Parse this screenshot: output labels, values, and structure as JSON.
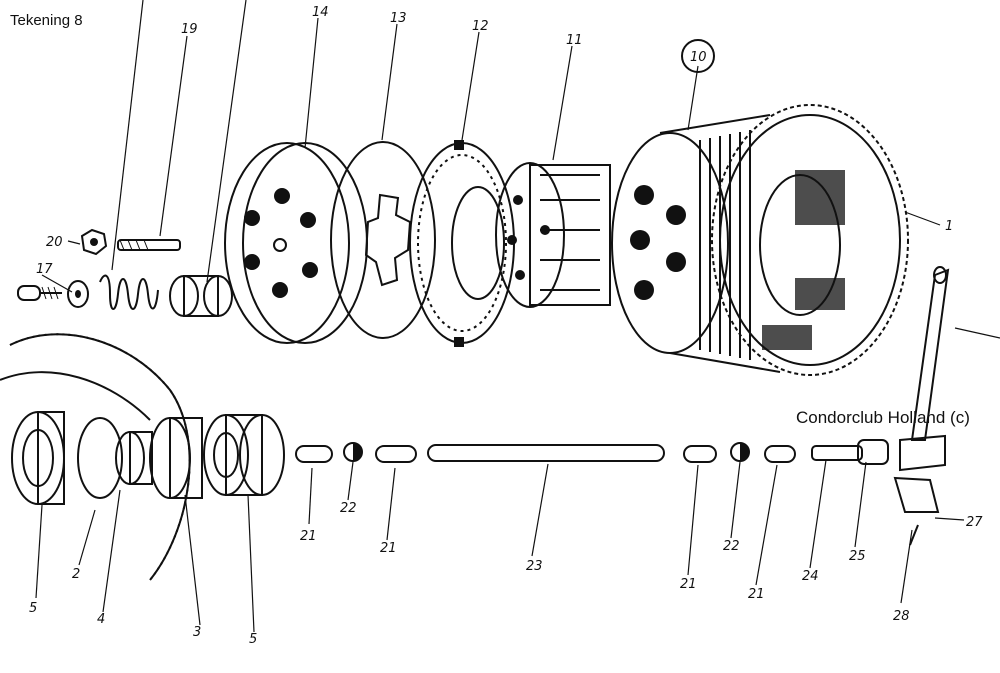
{
  "drawing": {
    "title": "Tekening 8",
    "watermark": "Condorclub Holland (c)"
  },
  "callouts": [
    {
      "id": "c1",
      "label": "1"
    },
    {
      "id": "c2",
      "label": "2"
    },
    {
      "id": "c3",
      "label": "3"
    },
    {
      "id": "c4",
      "label": "4"
    },
    {
      "id": "c5a",
      "label": "5"
    },
    {
      "id": "c5b",
      "label": "5"
    },
    {
      "id": "c10",
      "label": "10"
    },
    {
      "id": "c11",
      "label": "11"
    },
    {
      "id": "c12",
      "label": "12"
    },
    {
      "id": "c13",
      "label": "13"
    },
    {
      "id": "c14",
      "label": "14"
    },
    {
      "id": "c17",
      "label": "17"
    },
    {
      "id": "c19",
      "label": "19"
    },
    {
      "id": "c20",
      "label": "20"
    },
    {
      "id": "c21a",
      "label": "21"
    },
    {
      "id": "c21b",
      "label": "21"
    },
    {
      "id": "c21c",
      "label": "21"
    },
    {
      "id": "c21d",
      "label": "21"
    },
    {
      "id": "c22a",
      "label": "22"
    },
    {
      "id": "c22b",
      "label": "22"
    },
    {
      "id": "c23",
      "label": "23"
    },
    {
      "id": "c24",
      "label": "24"
    },
    {
      "id": "c25",
      "label": "25"
    },
    {
      "id": "c27",
      "label": "27"
    },
    {
      "id": "c28",
      "label": "28"
    }
  ]
}
